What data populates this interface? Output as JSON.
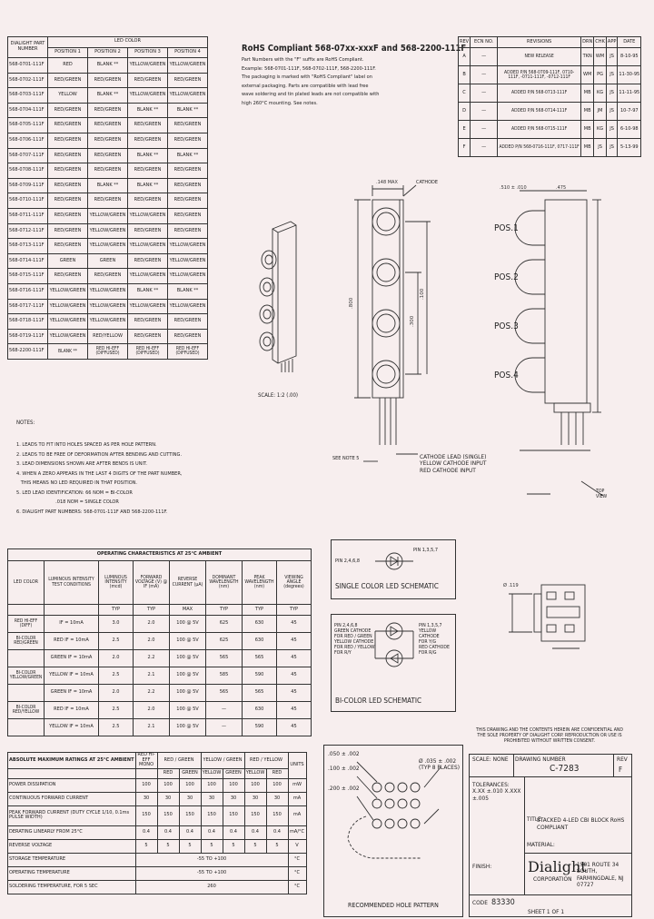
{
  "partnum_table": {
    "headers": [
      "DIALIGHT PART NUMBER",
      "LED COLOR",
      "POSITION 1",
      "POSITION 2",
      "POSITION 3",
      "POSITION 4"
    ],
    "rows": [
      [
        "568-0701-111F",
        "RED",
        "BLANK **",
        "YELLOW/GREEN",
        "YELLOW/GREEN"
      ],
      [
        "568-0702-111F",
        "RED/GREEN",
        "RED/GREEN",
        "RED/GREEN",
        "RED/GREEN"
      ],
      [
        "568-0703-111F",
        "YELLOW",
        "BLANK **",
        "YELLOW/GREEN",
        "YELLOW/GREEN"
      ],
      [
        "568-0704-111F",
        "RED/GREEN",
        "RED/GREEN",
        "BLANK **",
        "BLANK **"
      ],
      [
        "568-0705-111F",
        "RED/GREEN",
        "RED/GREEN",
        "RED/GREEN",
        "RED/GREEN"
      ],
      [
        "568-0706-111F",
        "RED/GREEN",
        "RED/GREEN",
        "RED/GREEN",
        "RED/GREEN"
      ],
      [
        "568-0707-111F",
        "RED/GREEN",
        "RED/GREEN",
        "BLANK **",
        "BLANK **"
      ],
      [
        "568-0708-111F",
        "RED/GREEN",
        "RED/GREEN",
        "RED/GREEN",
        "RED/GREEN"
      ],
      [
        "568-0709-111F",
        "RED/GREEN",
        "BLANK **",
        "BLANK **",
        "RED/GREEN"
      ],
      [
        "568-0710-111F",
        "RED/GREEN",
        "RED/GREEN",
        "RED/GREEN",
        "RED/GREEN"
      ],
      [
        "568-0711-111F",
        "RED/GREEN",
        "YELLOW/GREEN",
        "YELLOW/GREEN",
        "RED/GREEN"
      ],
      [
        "568-0712-111F",
        "RED/GREEN",
        "YELLOW/GREEN",
        "RED/GREEN",
        "RED/GREEN"
      ],
      [
        "568-0713-111F",
        "RED/GREEN",
        "YELLOW/GREEN",
        "YELLOW/GREEN",
        "YELLOW/GREEN"
      ],
      [
        "568-0714-111F",
        "GREEN",
        "GREEN",
        "RED/GREEN",
        "YELLOW/GREEN"
      ],
      [
        "568-0715-111F",
        "RED/GREEN",
        "RED/GREEN",
        "YELLOW/GREEN",
        "YELLOW/GREEN"
      ],
      [
        "568-0716-111F",
        "YELLOW/GREEN",
        "YELLOW/GREEN",
        "BLANK **",
        "BLANK **"
      ],
      [
        "568-0717-111F",
        "YELLOW/GREEN",
        "YELLOW/GREEN",
        "YELLOW/GREEN",
        "YELLOW/GREEN"
      ],
      [
        "568-0718-111F",
        "YELLOW/GREEN",
        "YELLOW/GREEN",
        "RED/GREEN",
        "RED/GREEN"
      ],
      [
        "568-0719-111F",
        "YELLOW/GREEN",
        "RED/YELLOW",
        "RED/GREEN",
        "RED/GREEN"
      ],
      [
        "568-2200-111F",
        "BLANK **",
        "RED HI-EFF (DIFFUSED)",
        "RED HI-EFF (DIFFUSED)",
        "RED HI-EFF (DIFFUSED)"
      ]
    ]
  },
  "rohs": {
    "title": "RoHS Compliant 568-07xx-xxxF and 568-2200-111F",
    "lines": [
      "Part Numbers with the \"F\" suffix are RoHS Compliant.",
      "Example: 568-0701-111F, 568-0702-111F, 568-2200-111F.",
      "The packaging is marked with \"RoHS Compliant\" label on",
      "external packaging. Parts are compatible with lead free",
      "wave soldering and tin plated leads are not compatible with",
      "high 260°C mounting. See notes."
    ]
  },
  "revisions": {
    "headers": [
      "REV",
      "ECN NO.",
      "REVISIONS",
      "DRN",
      "CHK",
      "APP",
      "DATE"
    ],
    "rows": [
      [
        "A",
        "—",
        "NEW RELEASE",
        "TKN",
        "WM",
        "JS",
        "8-10-95"
      ],
      [
        "B",
        "—",
        "ADDED P/N 568-0709-111F, 0710-111F, -0711-111F, -0712-111F",
        "WM",
        "PG",
        "JS",
        "11-30-95"
      ],
      [
        "C",
        "—",
        "ADDED P/N 568-0713-111F",
        "MB",
        "KG",
        "JS",
        "11-11-95"
      ],
      [
        "D",
        "—",
        "ADDED P/N 568-0714-111F",
        "MB",
        "JM",
        "JS",
        "10-7-97"
      ],
      [
        "E",
        "—",
        "ADDED P/N 568-0715-111F",
        "MB",
        "KG",
        "JS",
        "6-10-98"
      ],
      [
        "F",
        "—",
        "ADDED P/N 568-0716-111F, 0717-111F",
        "MB",
        "JS",
        "JS",
        "5-13-99"
      ]
    ]
  },
  "drawing_labels": {
    "pos1": "POS.1",
    "pos2": "POS.2",
    "pos3": "POS.3",
    "pos4": "POS.4",
    "cathode": "CATHODE",
    "scale": "SCALE: 1:2 (.00)",
    "see_note": "SEE NOTE 5",
    "cathode_lead": "CATHODE LEAD (SINGLE) YELLOW CATHODE INPUT RED CATHODE INPUT",
    "top_view": "TOP VIEW"
  },
  "notes": {
    "title": "NOTES:",
    "items": [
      "1. LEADS TO FIT INTO HOLES SPACED AS PER HOLE PATTERN.",
      "2. LEADS TO BE FREE OF DEFORMATION AFTER BENDING AND CUTTING.",
      "3. LEAD DIMENSIONS SHOWN ARE AFTER BENDS IS UNIT.",
      "4. WHEN A ZERO APPEARS IN THE LAST 4 DIGITS OF THE PART NUMBER,",
      "   THIS MEANS NO LED REQUIRED IN THAT POSITION.",
      "5. LED LEAD IDENTIFICATION: 66 NOM = BI-COLOR",
      "                           .018 NOM = SINGLE COLOR",
      "6. DIALIGHT PART NUMBERS: 568-0701-111F AND 568-2200-111F."
    ]
  },
  "op_table": {
    "title": "OPERATING CHARACTERISTICS AT 25°C AMBIENT",
    "headers": [
      "LED COLOR",
      "LUMINOUS INTENSITY TEST CONDITIONS",
      "LUMINOUS INTENSITY (mcd)",
      "FORWARD VOLTAGE (V) @ IF (mA)",
      "REVERSE CURRENT (µA)",
      "DOMINANT WAVELENGTH (nm)",
      "PEAK WAVELENGTH (nm)",
      "VIEWING ANGLE (degrees)"
    ],
    "units": [
      "",
      "",
      "TYP",
      "TYP",
      "MAX",
      "TYP",
      "TYP",
      "TYP"
    ],
    "rows": [
      [
        "RED HI-EFF (DIFF)",
        "IF = 10mA",
        "3.0",
        "2.0",
        "100 @ 5V",
        "625",
        "630",
        "45"
      ],
      [
        "BI-COLOR RED/GREEN",
        "RED  IF = 10mA",
        "2.5",
        "2.0",
        "100 @ 5V",
        "625",
        "630",
        "45"
      ],
      [
        "",
        "GREEN  IF = 10mA",
        "2.0",
        "2.2",
        "100 @ 5V",
        "565",
        "565",
        "45"
      ],
      [
        "BI-COLOR YELLOW/GREEN",
        "YELLOW  IF = 10mA",
        "2.5",
        "2.1",
        "100 @ 5V",
        "585",
        "590",
        "45"
      ],
      [
        "",
        "GREEN  IF = 10mA",
        "2.0",
        "2.2",
        "100 @ 5V",
        "565",
        "565",
        "45"
      ],
      [
        "BI-COLOR RED/YELLOW",
        "RED  IF = 10mA",
        "2.5",
        "2.0",
        "100 @ 5V",
        "—",
        "630",
        "45"
      ],
      [
        "",
        "YELLOW  IF = 10mA",
        "2.5",
        "2.1",
        "100 @ 5V",
        "—",
        "590",
        "45"
      ]
    ]
  },
  "abs_table": {
    "title": "ABSOLUTE MAXIMUM RATINGS AT 25°C AMBIENT",
    "headers": [
      "",
      "RED HI-EFF MONO",
      "RED / GREEN",
      "",
      "YELLOW / GREEN",
      "",
      "RED / YELLOW",
      "",
      "UNITS"
    ],
    "subheaders": [
      "",
      "",
      "RED",
      "GREEN",
      "YELLOW",
      "GREEN",
      "YELLOW",
      "RED",
      ""
    ],
    "rows": [
      [
        "POWER DISSIPATION",
        "100",
        "100",
        "100",
        "100",
        "100",
        "100",
        "100",
        "mW"
      ],
      [
        "CONTINUOUS FORWARD CURRENT",
        "30",
        "30",
        "30",
        "30",
        "30",
        "30",
        "30",
        "mA"
      ],
      [
        "PEAK FORWARD CURRENT (DUTY CYCLE 1/10, 0.1ms PULSE WIDTH)",
        "150",
        "150",
        "150",
        "150",
        "150",
        "150",
        "150",
        "mA"
      ],
      [
        "DERATING LINEARLY FROM 25°C",
        "0.4",
        "0.4",
        "0.4",
        "0.4",
        "0.4",
        "0.4",
        "0.4",
        "mA/°C"
      ],
      [
        "REVERSE VOLTAGE",
        "5",
        "5",
        "5",
        "5",
        "5",
        "5",
        "5",
        "V"
      ],
      [
        "STORAGE TEMPERATURE",
        "-55 TO +100",
        "",
        "",
        "",
        "",
        "",
        "",
        "°C"
      ],
      [
        "OPERATING TEMPERATURE",
        "-55 TO +100",
        "",
        "",
        "",
        "",
        "",
        "",
        "°C"
      ],
      [
        "SOLDERING TEMPERATURE, FOR 5 SEC",
        "260",
        "",
        "",
        "",
        "",
        "",
        "",
        "°C"
      ]
    ]
  },
  "schematics": {
    "single": "SINGLE COLOR LED SCHEMATIC",
    "bi": "BI-COLOR LED SCHEMATIC",
    "single_pins_left": "PIN 2,4,6,8",
    "single_pins_right": "PIN 1,3,5,7",
    "bi_left": [
      "PIN 2,4,6,8",
      "GREEN CATHODE",
      "FOR RED / GREEN",
      "YELLOW CATHODE",
      "FOR RED / YELLOW",
      "FOR R/Y"
    ],
    "bi_right": [
      "PIN 1,3,5,7",
      "YELLOW CATHODE",
      "FOR Y/G",
      "RED CATHODE",
      "FOR R/G"
    ]
  },
  "hole_pattern": {
    "title": "RECOMMENDED HOLE PATTERN",
    "dims": [
      ".050 ± .002",
      ".100 ± .002",
      ".200 ± .002",
      "Ø .035 ± .002 (TYP 8 PLACES)"
    ]
  },
  "title_block": {
    "notice": "THIS DRAWING AND THE CONTENTS HEREIN ARE CONFIDENTIAL AND THE SOLE PROPERTY OF DIALIGHT CORP. REPRODUCTION OR USE IS PROHIBITED WITHOUT WRITTEN CONSENT.",
    "scale": "SCALE: NONE",
    "drawing_number_label": "DRAWING NUMBER",
    "drawing_number": "C-7283",
    "rev_label": "REV",
    "rev": "F",
    "title_label": "TITLE",
    "title": "STACKED 4-LED CBI BLOCK RoHS COMPLIANT",
    "material": "MATERIAL:",
    "finish": "FINISH:",
    "tolerances": "TOLERANCES: X.XX ±.010  X.XXX ±.005",
    "company": "Dialight",
    "company_sub": "CORPORATION",
    "address": "1501 ROUTE 34 SOUTH, FARMINGDALE, NJ 07727",
    "code_label": "CODE",
    "code": "83330",
    "sheet": "SHEET 1 OF 1"
  }
}
